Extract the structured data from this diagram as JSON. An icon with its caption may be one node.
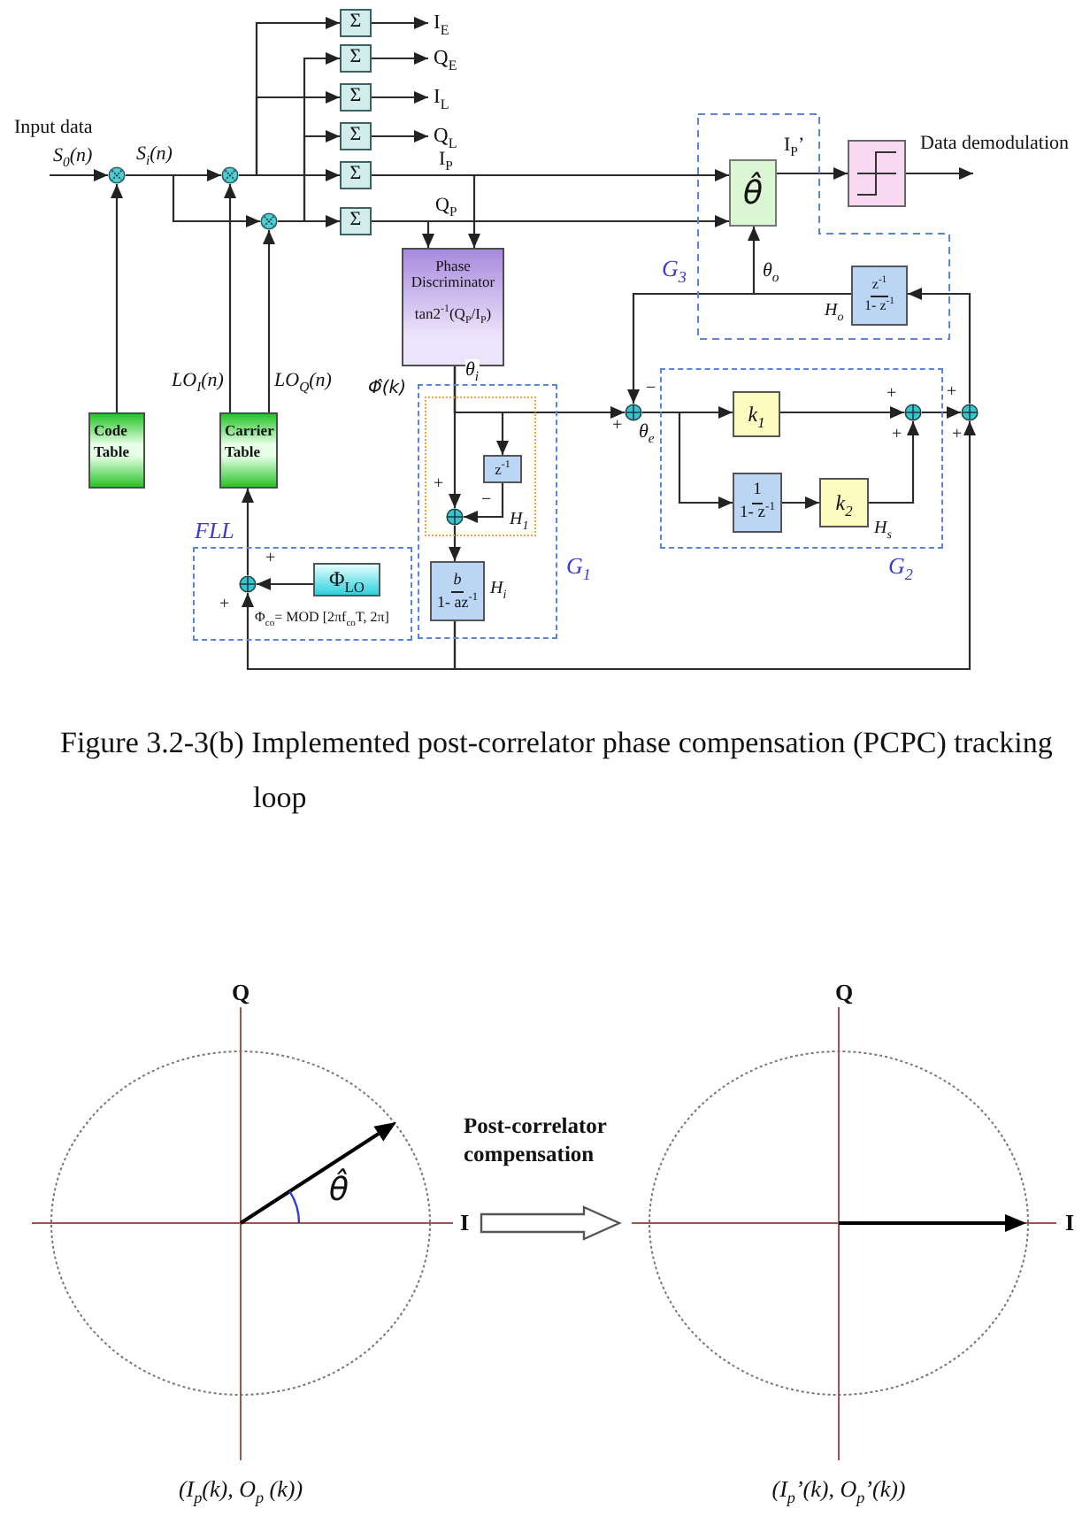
{
  "diagram": {
    "caption": "Figure 3.2-3(b) Implemented post-correlator phase compensation (PCPC) tracking loop",
    "nodes": [
      {
        "text": [
          "Σ"
        ]
      },
      {
        "text": [
          "I$_{E}$"
        ]
      },
      {
        "text": [
          "Σ"
        ]
      },
      {
        "text": [
          "Q$_{E}$"
        ]
      },
      {
        "text": [
          "Σ"
        ]
      },
      {
        "text": [
          "I$_{L}$"
        ]
      },
      {
        "text": [
          "Σ"
        ]
      },
      {
        "text": [
          "Q$_{L}$"
        ]
      },
      {
        "text": [],
        "shape": "circle"
      },
      {
        "text": [],
        "shape": "circle"
      },
      {
        "text": [
          "Σ"
        ]
      },
      {
        "text": [],
        "shape": "circle"
      },
      {
        "text": [
          "Σ"
        ]
      },
      {
        "text": [
          "G$_{3}$"
        ]
      },
      {
        "text": [
          "θ̂"
        ],
        "in": 13
      },
      {
        "text": [],
        "shape": "box"
      },
      {
        "text": [
          "z$^{-1}$",
          "1- z$^{-1}$"
        ],
        "in": 13,
        "beside": [
          "H$_{o}$"
        ]
      },
      {
        "text": [
          "Phase Discriminator",
          "tan2$^{-1}$(Q$_{P}$/I$_{P}$)"
        ]
      },
      {
        "text": [],
        "shape": "circle"
      },
      {
        "text": [
          "H$_{s}$",
          "G$_{2}$"
        ]
      },
      {
        "text": [
          "k$_{1}$"
        ],
        "in": 19
      },
      {
        "text": [
          "1",
          "1- z$^{-1}$"
        ],
        "in": 19
      },
      {
        "text": [
          "k$_{2}$"
        ],
        "in": 19
      },
      {
        "text": [],
        "shape": "circle",
        "in": 19
      },
      {
        "text": [],
        "shape": "circle"
      },
      {
        "text": [
          "Code Table"
        ]
      },
      {
        "text": [
          "Carrier Table"
        ]
      },
      {
        "text": [
          "G$_{1}$"
        ]
      },
      {
        "text": [
          "H$_{1}$"
        ],
        "in": 27
      },
      {
        "text": [
          "z$^{-1}$"
        ],
        "in": 28
      },
      {
        "text": [],
        "shape": "circle",
        "in": 28
      },
      {
        "text": [
          "b",
          "1- az$^{-1}$"
        ],
        "in": 27,
        "beside": [
          "H$_{i}$"
        ]
      },
      {
        "text": [
          "FLL",
          "Φ$_{co}$= MOD [2πf$_{co}$T, 2π]"
        ]
      },
      {
        "text": [
          "Φ$_{LO}$"
        ],
        "in": 32
      },
      {
        "text": [],
        "shape": "circle",
        "in": 32
      },
      {
        "text": [],
        "shape": "picture",
        "beside": [
          "(I$_{p}$(k), O$_{p}$ (k))"
        ]
      },
      {
        "text": [],
        "shape": "picture",
        "beside": [
          "(I$_{p}$’(k), O$_{p}$’(k))"
        ]
      }
    ],
    "edges": [
      {
        "from": null,
        "to": 8,
        "arrow": "to",
        "label": "S$_{0}$(n)"
      },
      {
        "from": 25,
        "to": 8,
        "arrow": "to"
      },
      {
        "from": 8,
        "to": 9,
        "arrow": "to",
        "label": "S$_{i}$(n)"
      },
      {
        "from": 8,
        "to": 11,
        "arrow": "to"
      },
      {
        "from": 26,
        "to": 9,
        "arrow": "to",
        "label": "LO$_{I}$(n)"
      },
      {
        "from": 26,
        "to": 11,
        "arrow": "to",
        "label": "LO$_{Q}$(n)"
      },
      {
        "from": 9,
        "to": 0,
        "arrow": "to"
      },
      {
        "from": 9,
        "to": 4,
        "arrow": "to"
      },
      {
        "from": 9,
        "to": 10,
        "arrow": "to"
      },
      {
        "from": 11,
        "to": 2,
        "arrow": "to"
      },
      {
        "from": 11,
        "to": 6,
        "arrow": "to"
      },
      {
        "from": 11,
        "to": 12,
        "arrow": "to"
      },
      {
        "from": 0,
        "to": 1,
        "arrow": "to"
      },
      {
        "from": 2,
        "to": 3,
        "arrow": "to"
      },
      {
        "from": 4,
        "to": 5,
        "arrow": "to"
      },
      {
        "from": 6,
        "to": 7,
        "arrow": "to"
      },
      {
        "from": 10,
        "to": 14,
        "arrow": "to",
        "label": "I$_{P}$"
      },
      {
        "from": 12,
        "to": 14,
        "arrow": "to",
        "label": "Q$_{P}$"
      },
      {
        "from": 10,
        "to": 17,
        "arrow": "to"
      },
      {
        "from": 12,
        "to": 17,
        "arrow": "to"
      },
      {
        "from": 14,
        "to": 15,
        "arrow": "to",
        "label": "I$_{P}$’"
      },
      {
        "from": 15,
        "to": null,
        "arrow": "to",
        "label": "Data demodulation"
      },
      {
        "from": 16,
        "to": 14,
        "arrow": "to",
        "label": "θ$_{o}$"
      },
      {
        "from": 16,
        "to": 18,
        "arrow": "to"
      },
      {
        "from": 17,
        "to": 30,
        "arrow": "to",
        "label": "Φ̂(k)"
      },
      {
        "from": 17,
        "to": 29,
        "arrow": "to"
      },
      {
        "from": 17,
        "to": 18,
        "arrow": "to",
        "label": "θ$_{i}$"
      },
      {
        "from": 29,
        "to": 30,
        "arrow": "to"
      },
      {
        "from": 30,
        "to": 31,
        "arrow": "to"
      },
      {
        "from": 18,
        "to": 20,
        "arrow": "to",
        "label": "θ$_{e}$"
      },
      {
        "from": 18,
        "to": 21,
        "arrow": "to"
      },
      {
        "from": 20,
        "to": 23,
        "arrow": "to"
      },
      {
        "from": 21,
        "to": 22,
        "arrow": "to"
      },
      {
        "from": 22,
        "to": 23,
        "arrow": "to"
      },
      {
        "from": 23,
        "to": 24,
        "arrow": "to"
      },
      {
        "from": 24,
        "to": 16,
        "arrow": "to"
      },
      {
        "from": 31,
        "to": 24,
        "arrow": "to"
      },
      {
        "from": 31,
        "to": 34,
        "arrow": "to"
      },
      {
        "from": 33,
        "to": 34,
        "arrow": "to"
      },
      {
        "from": 34,
        "to": 26,
        "arrow": "to"
      },
      {
        "from": 35,
        "to": 36,
        "arrow": "to",
        "label": "Post-correlator compensation",
        "style": "thick"
      }
    ],
    "labels": [
      "Input data",
      "+",
      "−",
      "+",
      "+",
      "−",
      "+",
      "+",
      "+",
      "+",
      "+",
      "Q",
      "I",
      "θ̂",
      "Q",
      "I"
    ]
  }
}
